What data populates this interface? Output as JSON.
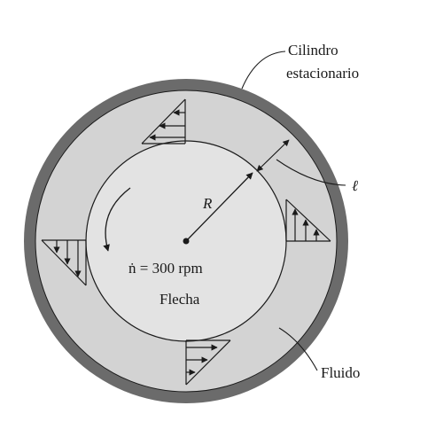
{
  "labels": {
    "cylinder_line1": "Cilindro",
    "cylinder_line2": "estacionario",
    "gap": "ℓ",
    "radius": "R",
    "speed": "ṅ = 300 rpm",
    "shaft": "Flecha",
    "fluid": "Fluido"
  },
  "colors": {
    "cylinder_wall": "#6b6b6b",
    "fluid": "#d3d3d3",
    "shaft": "#e3e3e3",
    "ink": "#1a1a1a"
  }
}
